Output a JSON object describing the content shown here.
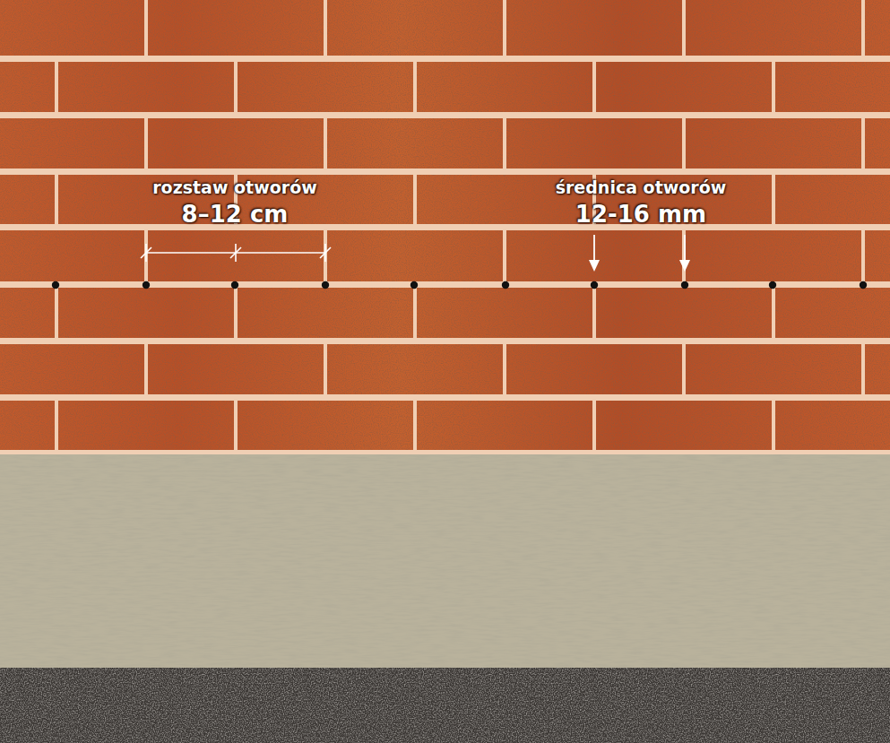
{
  "diagram": {
    "labels": [
      "rozstaw otworów",
      "8–12 cm",
      "średnica otworów",
      "12-16 mm"
    ]
  }
}
